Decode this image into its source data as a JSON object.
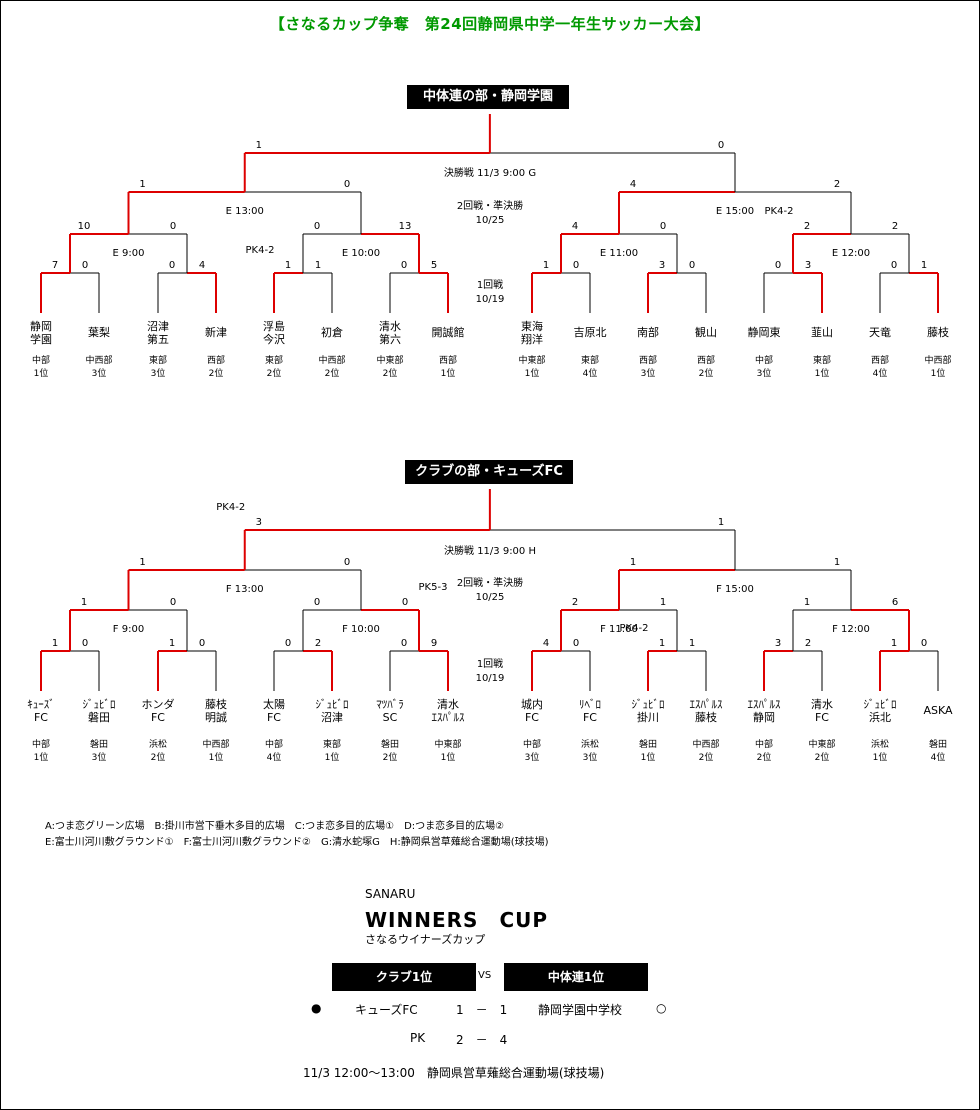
{
  "title": "【さなるカップ争奪　第24回静岡県中学一年生サッカー大会】",
  "sections": [
    {
      "title": "中体連の部・静岡学園",
      "teams": [
        {
          "name": [
            "静岡",
            "学園"
          ],
          "reg": [
            "中部",
            "1位"
          ]
        },
        {
          "name": [
            "葉梨"
          ],
          "reg": [
            "中西部",
            "3位"
          ]
        },
        {
          "name": [
            "沼津",
            "第五"
          ],
          "reg": [
            "東部",
            "3位"
          ]
        },
        {
          "name": [
            "新津"
          ],
          "reg": [
            "西部",
            "2位"
          ]
        },
        {
          "name": [
            "浮島",
            "今沢"
          ],
          "reg": [
            "東部",
            "2位"
          ]
        },
        {
          "name": [
            "初倉"
          ],
          "reg": [
            "中西部",
            "2位"
          ]
        },
        {
          "name": [
            "清水",
            "第六"
          ],
          "reg": [
            "中東部",
            "2位"
          ]
        },
        {
          "name": [
            "開誠館"
          ],
          "reg": [
            "西部",
            "1位"
          ]
        },
        {
          "name": [
            "東海",
            "翔洋"
          ],
          "reg": [
            "中東部",
            "1位"
          ]
        },
        {
          "name": [
            "吉原北"
          ],
          "reg": [
            "東部",
            "4位"
          ]
        },
        {
          "name": [
            "南部"
          ],
          "reg": [
            "西部",
            "3位"
          ]
        },
        {
          "name": [
            "観山"
          ],
          "reg": [
            "西部",
            "2位"
          ]
        },
        {
          "name": [
            "静岡東"
          ],
          "reg": [
            "中部",
            "3位"
          ]
        },
        {
          "name": [
            "韮山"
          ],
          "reg": [
            "東部",
            "1位"
          ]
        },
        {
          "name": [
            "天竜"
          ],
          "reg": [
            "西部",
            "4位"
          ]
        },
        {
          "name": [
            "藤枝"
          ],
          "reg": [
            "中西部",
            "1位"
          ]
        }
      ],
      "r1": [
        {
          "sL": "7",
          "sR": "0",
          "win": "L",
          "pk": ""
        },
        {
          "sL": "0",
          "sR": "4",
          "win": "R",
          "pk": ""
        },
        {
          "sL": "1",
          "sR": "1",
          "win": "L",
          "pk": "PK4-2"
        },
        {
          "sL": "0",
          "sR": "5",
          "win": "R",
          "pk": ""
        },
        {
          "sL": "1",
          "sR": "0",
          "win": "L",
          "pk": ""
        },
        {
          "sL": "3",
          "sR": "0",
          "win": "L",
          "pk": ""
        },
        {
          "sL": "0",
          "sR": "3",
          "win": "R",
          "pk": ""
        },
        {
          "sL": "0",
          "sR": "1",
          "win": "R",
          "pk": ""
        }
      ],
      "r2": [
        {
          "sL": "10",
          "sR": "0",
          "win": "L",
          "note": "E 9:00",
          "pk": ""
        },
        {
          "sL": "0",
          "sR": "13",
          "win": "R",
          "note": "E 10:00",
          "pk": ""
        },
        {
          "sL": "4",
          "sR": "0",
          "win": "L",
          "note": "E 11:00",
          "pk": ""
        },
        {
          "sL": "2",
          "sR": "2",
          "win": "L",
          "note": "E 12:00",
          "pk": "PK4-2"
        }
      ],
      "r3": [
        {
          "sL": "1",
          "sR": "0",
          "win": "L",
          "note": "E 13:00",
          "pk": ""
        },
        {
          "sL": "4",
          "sR": "2",
          "win": "L",
          "note": "E 15:00",
          "pk": ""
        }
      ],
      "final": {
        "sL": "1",
        "sR": "0",
        "win": "L",
        "pk": ""
      },
      "info": {
        "final": "決勝戦 11/3 9:00 G",
        "r2": [
          "2回戦・準決勝",
          "10/25"
        ],
        "r1": [
          "1回戦",
          "10/19"
        ]
      }
    },
    {
      "title": "クラブの部・キューズFC",
      "teams": [
        {
          "name": [
            "ｷｭｰｽﾞ",
            "FC"
          ],
          "reg": [
            "中部",
            "1位"
          ]
        },
        {
          "name": [
            "ｼﾞｭﾋﾞﾛ",
            "磐田"
          ],
          "reg": [
            "磐田",
            "3位"
          ]
        },
        {
          "name": [
            "ホンダ",
            "FC"
          ],
          "reg": [
            "浜松",
            "2位"
          ]
        },
        {
          "name": [
            "藤枝",
            "明誠"
          ],
          "reg": [
            "中西部",
            "1位"
          ]
        },
        {
          "name": [
            "太陽",
            "FC"
          ],
          "reg": [
            "中部",
            "4位"
          ]
        },
        {
          "name": [
            "ｼﾞｭﾋﾞﾛ",
            "沼津"
          ],
          "reg": [
            "東部",
            "1位"
          ]
        },
        {
          "name": [
            "ﾏﾂﾊﾞﾗ",
            "SC"
          ],
          "reg": [
            "磐田",
            "2位"
          ]
        },
        {
          "name": [
            "清水",
            "ｴｽﾊﾟﾙｽ"
          ],
          "reg": [
            "中東部",
            "1位"
          ]
        },
        {
          "name": [
            "城内",
            "FC"
          ],
          "reg": [
            "中部",
            "3位"
          ]
        },
        {
          "name": [
            "ﾘﾍﾞﾛ",
            "FC"
          ],
          "reg": [
            "浜松",
            "3位"
          ]
        },
        {
          "name": [
            "ｼﾞｭﾋﾞﾛ",
            "掛川"
          ],
          "reg": [
            "磐田",
            "1位"
          ]
        },
        {
          "name": [
            "ｴｽﾊﾟﾙｽ",
            "藤枝"
          ],
          "reg": [
            "中西部",
            "2位"
          ]
        },
        {
          "name": [
            "ｴｽﾊﾟﾙｽ",
            "静岡"
          ],
          "reg": [
            "中部",
            "2位"
          ]
        },
        {
          "name": [
            "清水",
            "FC"
          ],
          "reg": [
            "中東部",
            "2位"
          ]
        },
        {
          "name": [
            "ｼﾞｭﾋﾞﾛ",
            "浜北"
          ],
          "reg": [
            "浜松",
            "1位"
          ]
        },
        {
          "name": [
            "ASKA"
          ],
          "reg": [
            "磐田",
            "4位"
          ]
        }
      ],
      "r1": [
        {
          "sL": "1",
          "sR": "0",
          "win": "L",
          "pk": ""
        },
        {
          "sL": "1",
          "sR": "0",
          "win": "L",
          "pk": ""
        },
        {
          "sL": "0",
          "sR": "2",
          "win": "R",
          "pk": ""
        },
        {
          "sL": "0",
          "sR": "9",
          "win": "R",
          "pk": ""
        },
        {
          "sL": "4",
          "sR": "0",
          "win": "L",
          "pk": ""
        },
        {
          "sL": "1",
          "sR": "1",
          "win": "L",
          "pk": "PK4-2"
        },
        {
          "sL": "3",
          "sR": "2",
          "win": "L",
          "pk": ""
        },
        {
          "sL": "1",
          "sR": "0",
          "win": "L",
          "pk": ""
        }
      ],
      "r2": [
        {
          "sL": "1",
          "sR": "0",
          "win": "L",
          "note": "F 9:00",
          "pk": ""
        },
        {
          "sL": "0",
          "sR": "0",
          "win": "R",
          "note": "F 10:00",
          "pk": "PK5-3"
        },
        {
          "sL": "2",
          "sR": "1",
          "win": "L",
          "note": "F 11:00",
          "pk": ""
        },
        {
          "sL": "1",
          "sR": "6",
          "win": "R",
          "note": "F 12:00",
          "pk": ""
        }
      ],
      "r3": [
        {
          "sL": "1",
          "sR": "0",
          "win": "L",
          "note": "F 13:00",
          "pk": ""
        },
        {
          "sL": "1",
          "sR": "1",
          "win": "L",
          "note": "F 15:00",
          "pk": ""
        }
      ],
      "final": {
        "sL": "3",
        "sR": "1",
        "win": "L",
        "pk": "PK4-2"
      },
      "info": {
        "final": "決勝戦 11/3 9:00 H",
        "r2": [
          "2回戦・準決勝",
          "10/25"
        ],
        "r1": [
          "1回戦",
          "10/19"
        ]
      }
    }
  ],
  "legend": [
    "A:つま恋グリーン広場　B:掛川市営下垂木多目的広場　C:つま恋多目的広場①　D:つま恋多目的広場②",
    "E:富士川河川敷グラウンド①　F:富士川河川敷グラウンド②　G:清水蛇塚G　H:静岡県営草薙総合運動場(球技場)"
  ],
  "winners": {
    "sub": "SANARU",
    "title": "WINNERS　CUP",
    "kana": "さなるウイナーズカップ",
    "left_label": "クラブ1位",
    "vs": "VS",
    "right_label": "中体連1位",
    "left_mark": "●",
    "left_team": "キューズFC",
    "score": "1　－　1",
    "right_team": "静岡学園中学校",
    "right_mark": "○",
    "pk_label": "PK",
    "pk_score": "2　－　4",
    "venue": "11/3  12:00～13:00　静岡県営草薙総合運動場(球技場)"
  },
  "colors": {
    "win": "#dd0000",
    "line": "#000000",
    "title": "#009900"
  }
}
